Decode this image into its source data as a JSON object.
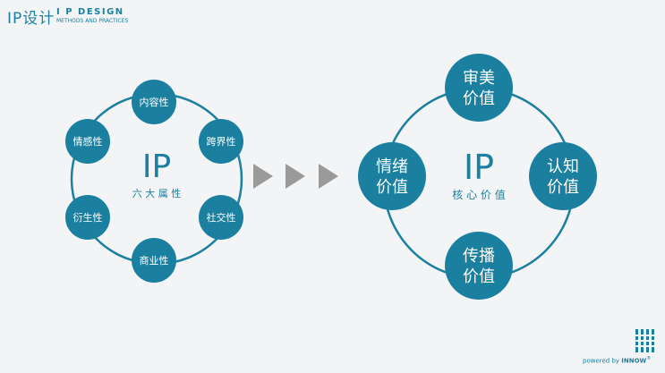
{
  "header": {
    "logo_text": "IP设计",
    "title": "I P DESIGN",
    "subtitle": "METHODS AND PRACTICES"
  },
  "left_diagram": {
    "center_title": "IP",
    "center_subtitle": "六 大 属 性",
    "nodes": [
      "内容性",
      "跨界性",
      "社交性",
      "商业性",
      "衍生性",
      "情感性"
    ]
  },
  "right_diagram": {
    "center_title": "IP",
    "center_subtitle": "核 心 价 值",
    "nodes": [
      {
        "line1": "审美",
        "line2": "价值"
      },
      {
        "line1": "认知",
        "line2": "价值"
      },
      {
        "line1": "传播",
        "line2": "价值"
      },
      {
        "line1": "情绪",
        "line2": "价值"
      }
    ]
  },
  "footer": {
    "powered": "powered by ",
    "brand": "INNOW",
    "registered": "®"
  },
  "colors": {
    "accent": "#1b7fa0",
    "arrow": "#9a9a9a",
    "background": "#f3f4f5"
  }
}
